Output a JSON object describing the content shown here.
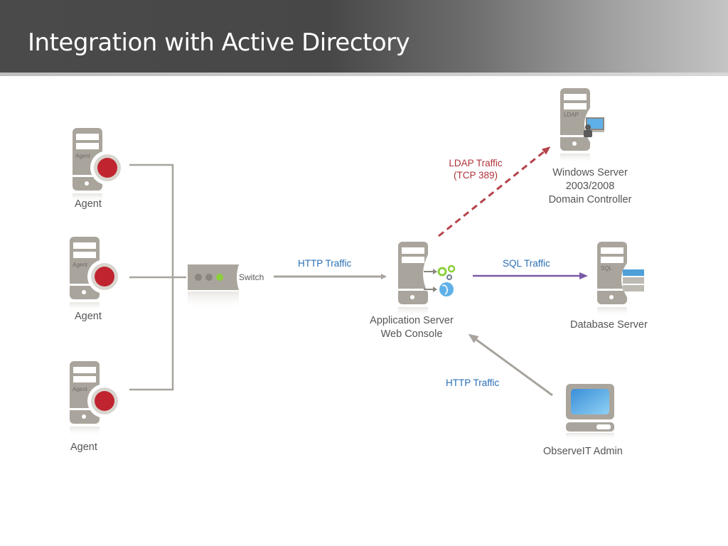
{
  "slide": {
    "title": "Integration with Active Directory"
  },
  "nodes": {
    "agents": [
      {
        "label": "Agent",
        "badge": "Agent",
        "icon": "agent-server-icon"
      },
      {
        "label": "Agent",
        "badge": "Agent",
        "icon": "agent-server-icon"
      },
      {
        "label": "Agent",
        "badge": "Agent",
        "icon": "agent-server-icon"
      }
    ],
    "switch": {
      "label": "Switch",
      "icon": "network-switch-icon"
    },
    "app_server": {
      "line1": "Application Server",
      "line2": "Web Console",
      "icon": "application-server-icon"
    },
    "domain_controller": {
      "line1": "Windows Server",
      "line2": "2003/2008",
      "line3": "Domain Controller",
      "badge": "LDAP",
      "icon": "ldap-server-icon"
    },
    "database_server": {
      "label": "Database Server",
      "badge": "SQL",
      "icon": "database-server-icon"
    },
    "admin": {
      "label": "ObserveIT Admin",
      "icon": "admin-computer-icon"
    }
  },
  "connections": {
    "http_switch_to_app": {
      "label": "HTTP Traffic",
      "color": "#2a6fb5"
    },
    "sql_app_to_db": {
      "label": "SQL Traffic",
      "color": "#2a6fb5",
      "line_color": "#7a5aa6"
    },
    "ldap_app_to_dc": {
      "line1": "LDAP Traffic",
      "line2": "(TCP 389)",
      "color": "#b0323a"
    },
    "http_admin_to_app": {
      "label": "HTTP Traffic",
      "color": "#2a6fb5"
    }
  },
  "colors": {
    "server_gray": "#aaa59c",
    "agent_red": "#c0242f",
    "arrow_gray": "#a8a49d"
  }
}
